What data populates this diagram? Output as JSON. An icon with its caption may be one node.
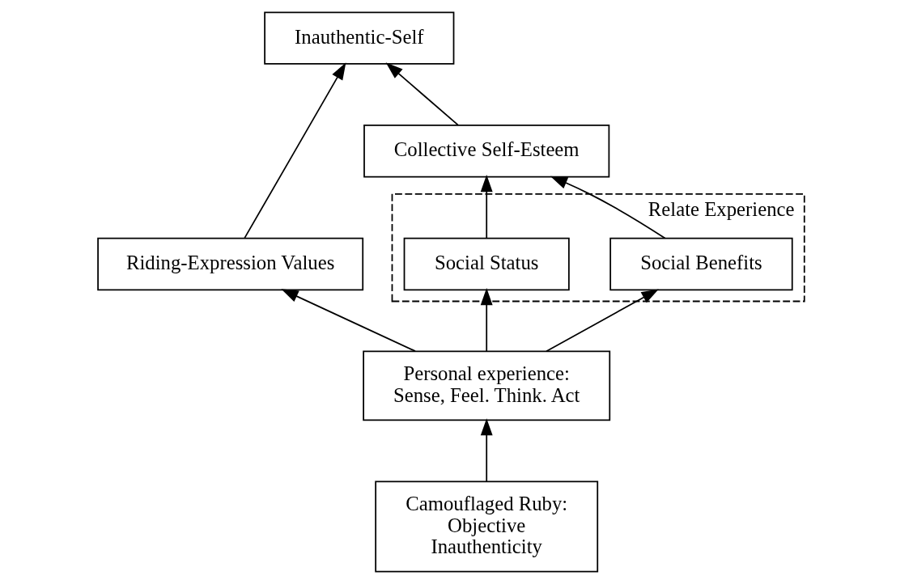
{
  "diagram": {
    "nodes": [
      {
        "text": [
          "Inauthentic-Self"
        ]
      },
      {
        "text": [
          "Collective Self-Esteem"
        ]
      },
      {
        "text": [
          "Riding-Expression Values"
        ]
      },
      {
        "text": [
          "Relate Experience"
        ]
      },
      {
        "text": [
          "Social Benefits"
        ],
        "in": 3
      },
      {
        "text": [
          "Social Status"
        ],
        "in": 3
      },
      {
        "text": [
          "Personal experience: Sense, Feel. Think. Act"
        ]
      },
      {
        "text": [
          "Camouflaged Ruby: Objective Inauthenticity"
        ]
      }
    ],
    "edges": [
      {
        "from": 2,
        "to": 0,
        "arrow": "to"
      },
      {
        "from": 1,
        "to": 0,
        "arrow": "to"
      },
      {
        "from": 4,
        "to": 1,
        "arrow": "to"
      },
      {
        "from": 5,
        "to": 1,
        "arrow": "to"
      },
      {
        "from": 6,
        "to": 2,
        "arrow": "to"
      },
      {
        "from": 6,
        "to": 4,
        "arrow": "to"
      },
      {
        "from": 6,
        "to": 5,
        "arrow": "to"
      },
      {
        "from": 7,
        "to": 6,
        "arrow": "to"
      }
    ]
  }
}
